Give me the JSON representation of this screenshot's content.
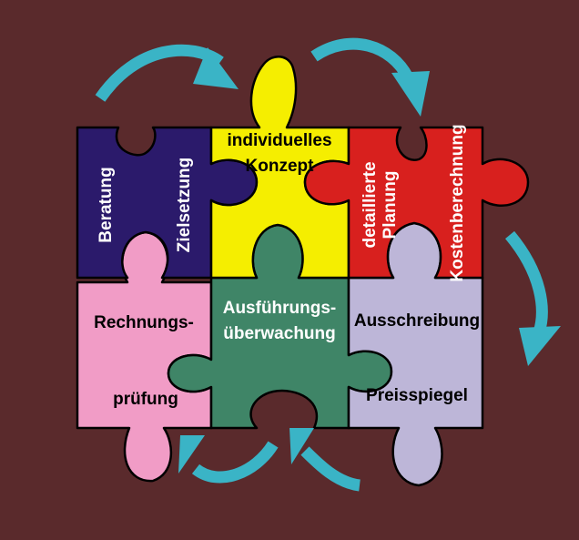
{
  "colors": {
    "background": "#5a2a2c",
    "navy": "#2b1a6b",
    "yellow": "#f5ee00",
    "red": "#d8201e",
    "pink": "#f19cc6",
    "green": "#3f8567",
    "lavender": "#bdb6d8",
    "arrow": "#3ab4c6"
  },
  "pieces": {
    "beratung": "Beratung",
    "zielsetzung": "Zielsetzung",
    "konzept_line1": "individuelles",
    "konzept_line2": "Konzept",
    "planung_line1": "detaillierte",
    "planung_line2": "Planung",
    "kostenberechnung": "Kostenberechnung",
    "rechnungspruefung_line1": "Rechnungs-",
    "rechnungspruefung_line2": "prüfung",
    "ausfuehrung_line1": "Ausführungs-",
    "ausfuehrung_line2": "überwachung",
    "ausschreibung": "Ausschreibung",
    "preisspiegel": "Preisspiegel"
  },
  "arrows": [
    "top-left-arrow",
    "top-right-arrow",
    "right-arrow",
    "bottom-middle-arrow",
    "bottom-left-arrow"
  ]
}
